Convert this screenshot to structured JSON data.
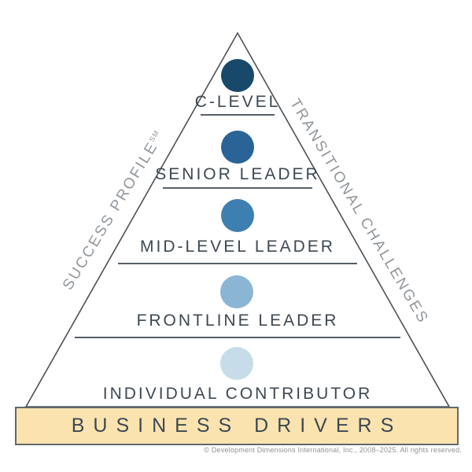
{
  "side": {
    "left": "SUCCESS PROFILE",
    "left_sup": "SM",
    "right": "TRANSITIONAL CHALLENGES"
  },
  "levels": [
    {
      "label": "C-LEVEL",
      "color": "#18496b"
    },
    {
      "label": "SENIOR LEADER",
      "color": "#2a6396"
    },
    {
      "label": "MID-LEVEL LEADER",
      "color": "#3e7fb1"
    },
    {
      "label": "FRONTLINE LEADER",
      "color": "#8bb5d5"
    },
    {
      "label": "INDIVIDUAL CONTRIBUTOR",
      "color": "#c6dde9"
    }
  ],
  "base": {
    "label": "BUSINESS DRIVERS",
    "bg": "#fae3ae"
  },
  "footer": "© Development Dimensions International, Inc., 2008–2025. All rights reserved."
}
